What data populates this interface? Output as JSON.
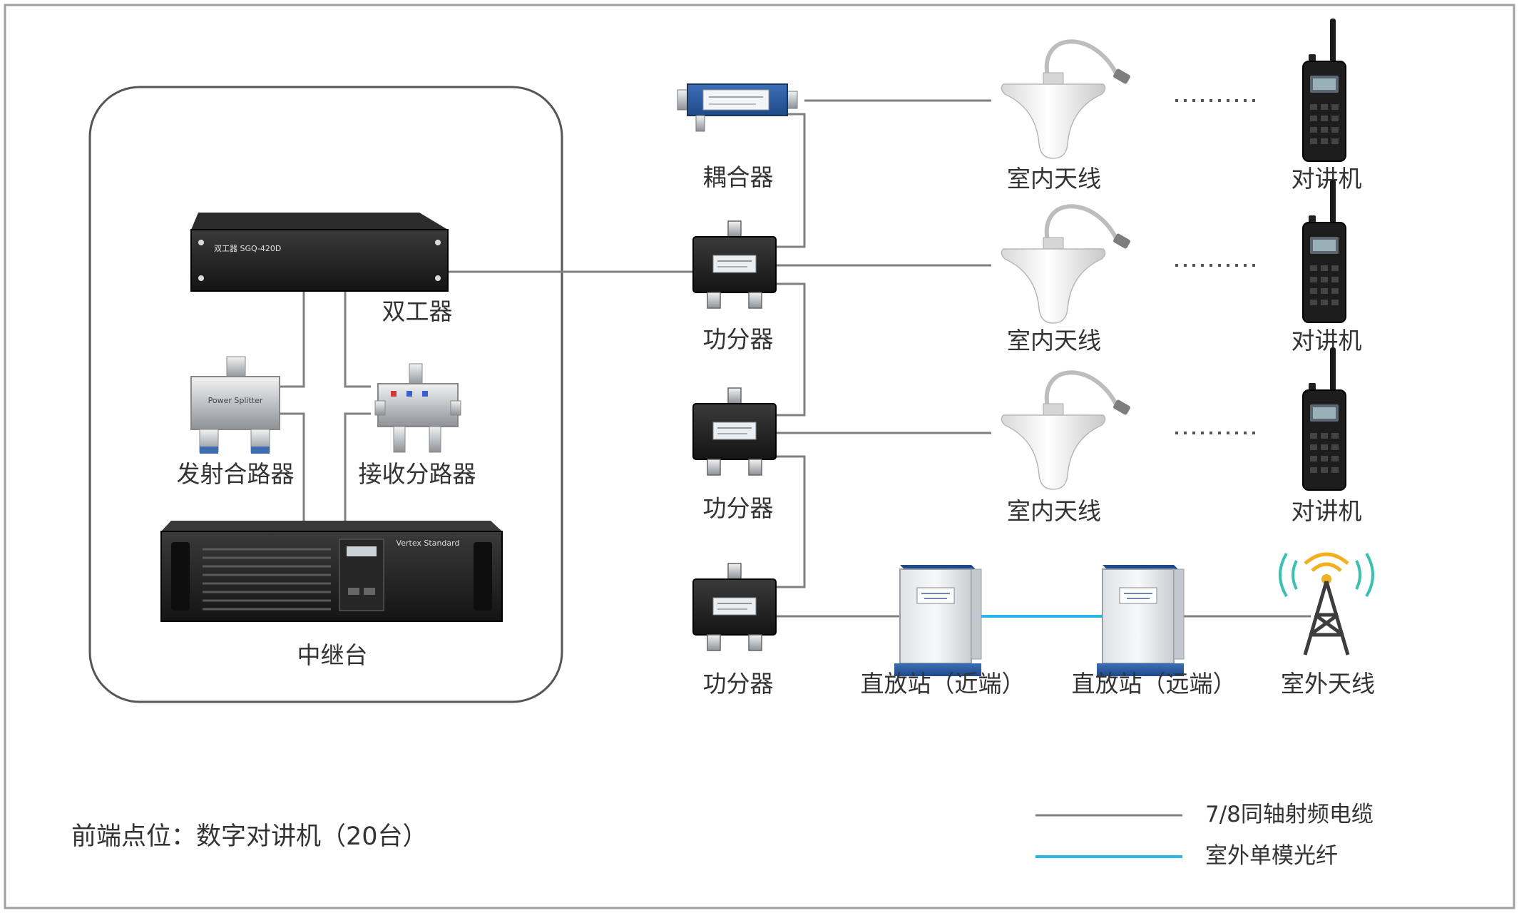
{
  "diagram": {
    "colors": {
      "coax": "#808080",
      "fiber": "#29b6e6",
      "frame": "#a0a0a0",
      "label": "#333333"
    },
    "equipment": {
      "duplexer": {
        "label": "双工器",
        "panel_text": "双工器 SGQ-420D"
      },
      "tx_combiner": {
        "label": "发射合路器",
        "panel_text": "Power Splitter"
      },
      "rx_splitter": {
        "label": "接收分路器"
      },
      "repeater": {
        "label": "中继台",
        "panel_text": "Vertex Standard"
      }
    },
    "distribution": {
      "coupler": {
        "label": "耦合器"
      },
      "splitters": [
        {
          "label": "功分器"
        },
        {
          "label": "功分器"
        },
        {
          "label": "功分器"
        }
      ],
      "indoor_antennas": [
        {
          "label": "室内天线"
        },
        {
          "label": "室内天线"
        },
        {
          "label": "室内天线"
        }
      ],
      "radios": [
        {
          "label": "对讲机"
        },
        {
          "label": "对讲机"
        },
        {
          "label": "对讲机"
        }
      ],
      "repeater_near": {
        "label": "直放站（近端）"
      },
      "repeater_far": {
        "label": "直放站（远端）"
      },
      "outdoor_antenna": {
        "label": "室外天线"
      }
    },
    "footnote": "前端点位：数字对讲机（20台）",
    "legend": [
      {
        "label": "7/8同轴射频电缆",
        "color": "#808080"
      },
      {
        "label": "室外单模光纤",
        "color": "#29b6e6"
      }
    ]
  }
}
